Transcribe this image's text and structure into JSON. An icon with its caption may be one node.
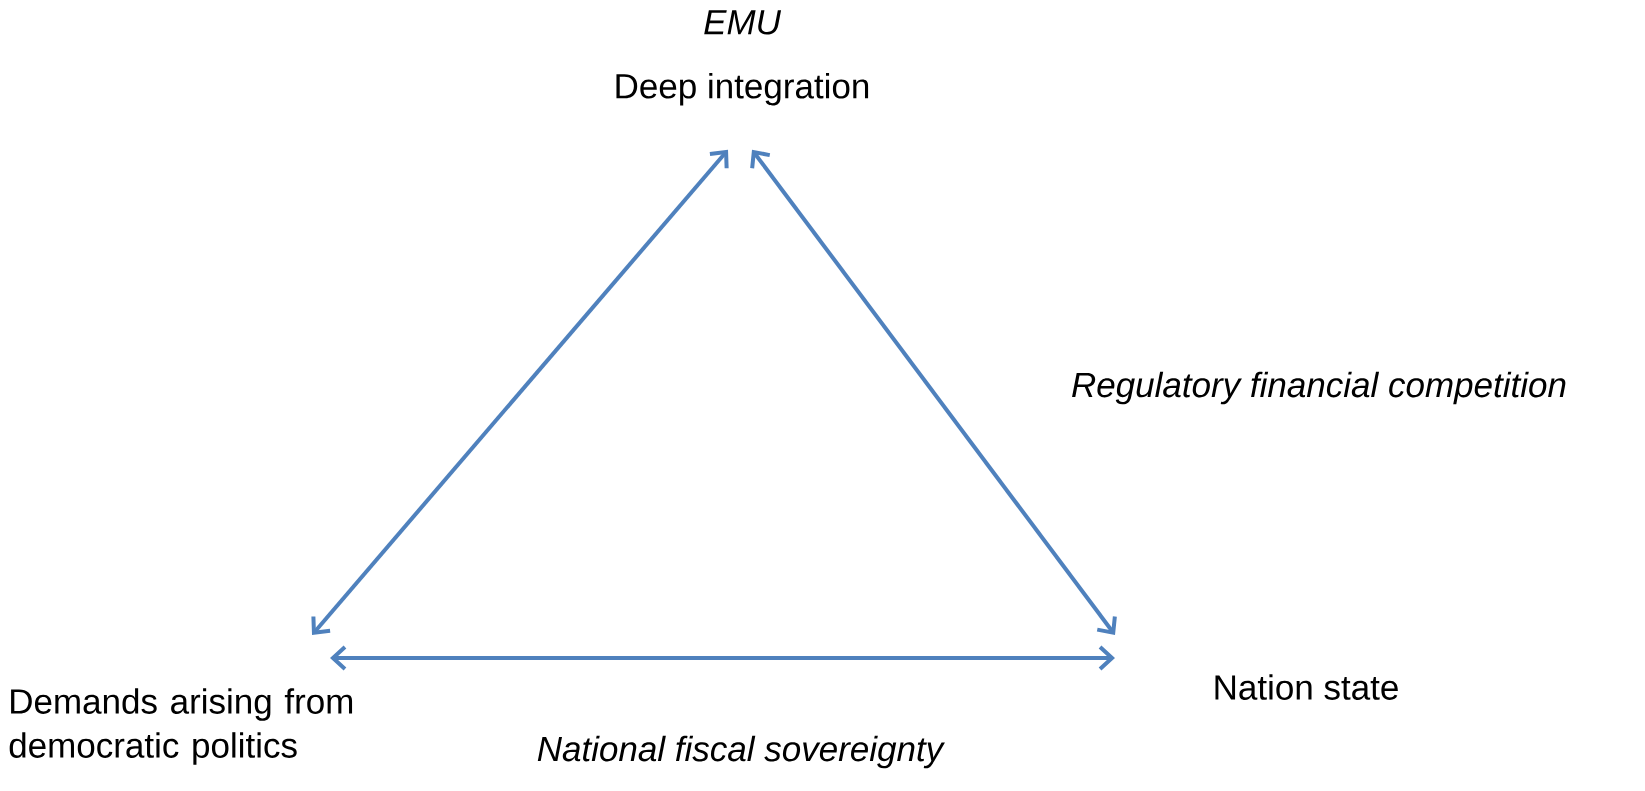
{
  "diagram": {
    "nodes": [
      {
        "text": [
          "EMU",
          "Deep integration"
        ]
      },
      {
        "text": [
          "Demands arising from democratic politics"
        ]
      },
      {
        "text": [
          "Nation state"
        ]
      }
    ],
    "edges": [
      {
        "from": 0,
        "to": 1,
        "arrow": "both"
      },
      {
        "from": 0,
        "to": 2,
        "arrow": "both",
        "label": "Regulatory financial competition"
      },
      {
        "from": 1,
        "to": 2,
        "arrow": "both",
        "label": "National fiscal sovereignty"
      }
    ]
  }
}
